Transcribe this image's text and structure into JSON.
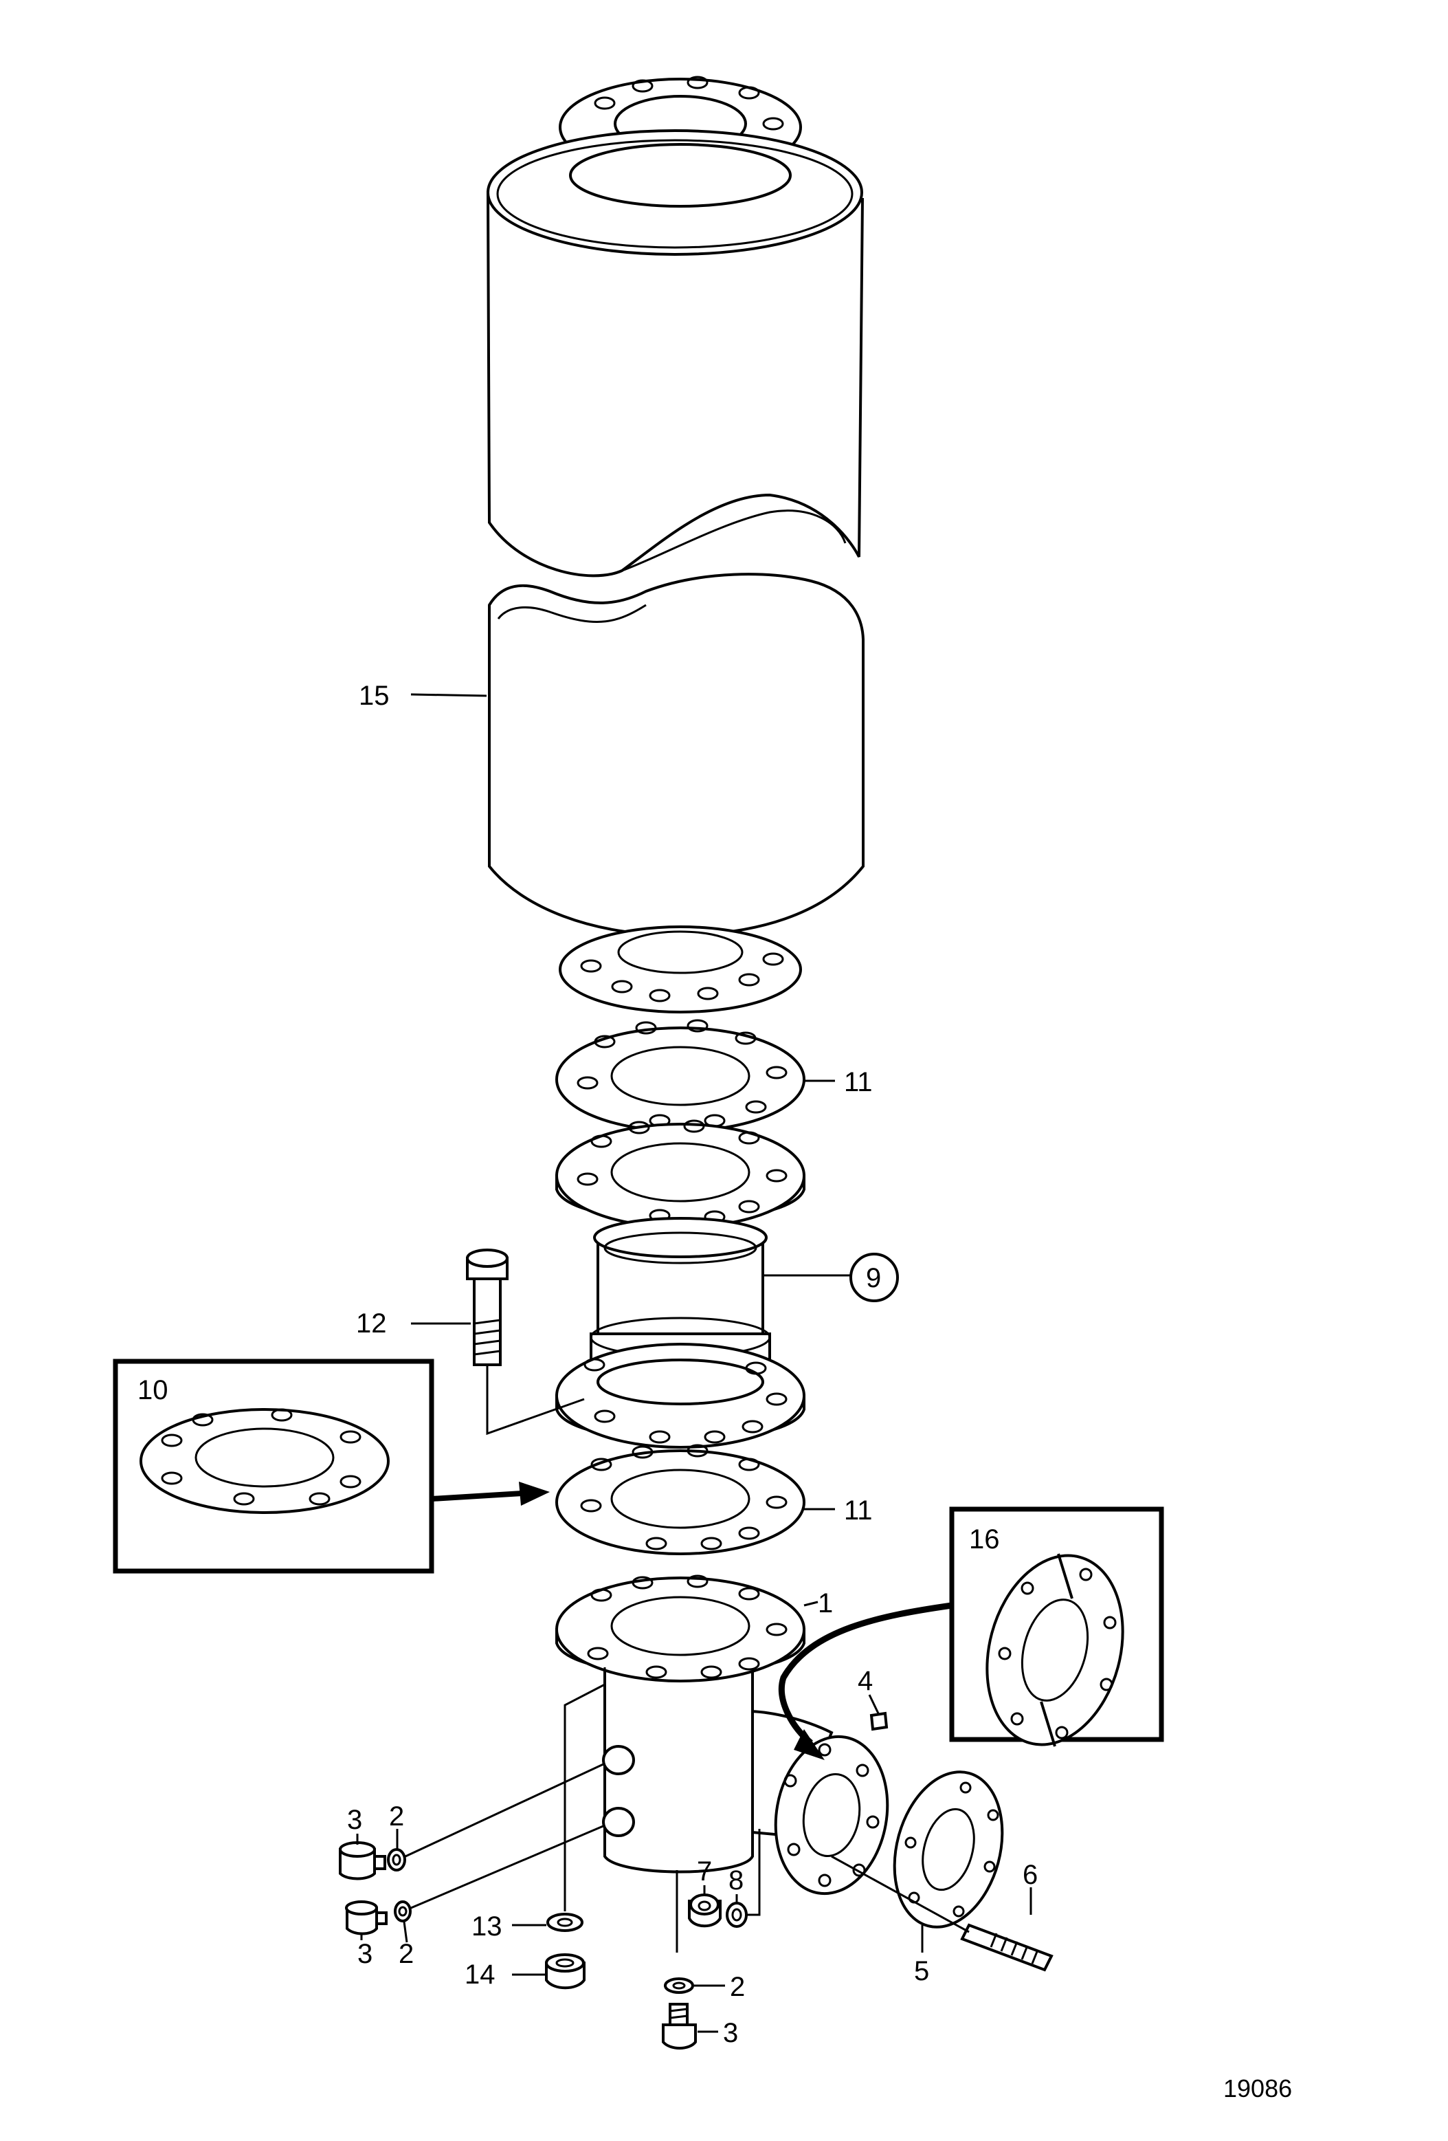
{
  "figure_number": "19086",
  "callouts": {
    "c15": "15",
    "c11a": "11",
    "c9": "9",
    "c12": "12",
    "c10": "10",
    "c11b": "11",
    "c1": "1",
    "c16": "16",
    "c4": "4",
    "c3a": "3",
    "c2a": "2",
    "c3b": "3",
    "c2b": "2",
    "c13": "13",
    "c14": "14",
    "c7": "7",
    "c8": "8",
    "c2c": "2",
    "c3c": "3",
    "c6": "6",
    "c5": "5"
  }
}
